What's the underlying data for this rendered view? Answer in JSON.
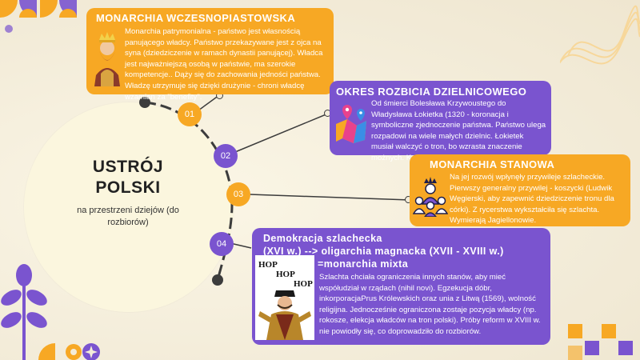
{
  "title": "USTRÓJ POLSKI",
  "subtitle": "na przestrzeni dziejów (do rozbiorów)",
  "sections": [
    {
      "number": "01",
      "heading": "MONARCHIA WCZESNOPIASTOWSKA",
      "body": "Monarchia patrymonialna - państwo jest własnością panującego władcy. Państwo przekazywane jest z ojca na syna (dziedziczenie w ramach dynastii panującej). Władca jest najważniejszą osobą w państwie, ma szerokie kompetencje.. Dąży się do zachowania jedności państwa. Władzę utrzymuje się dzięki drużynie - chroni władcę wzamian za \"benefity\"."
    },
    {
      "number": "02",
      "heading": "OKRES ROZBICIA DZIELNICOWEGO",
      "body": "Od śmierci Bolesława Krzywoustego do Władysława Łokietka (1320 - koronacja i symboliczne zjednoczenie państwa. Państwo ulega rozpadowi na wiele małych dzielnic. Łokietek musiał walczyć o tron, bo wzrasta znaczenie możnych. Kończy się dynastia Piastów."
    },
    {
      "number": "03",
      "heading": "MONARCHIA STANOWA",
      "body": "Na jej rozwój wpłynęły przywileje szlacheckie. Pierwszy generalny przywilej - koszycki (Ludwik Węgierski, aby zapewnić dziedziczenie tronu dla córki). Z rycerstwa wykształciła się szlachta. Wymierają Jagiellonowie."
    },
    {
      "number": "04",
      "heading_line1": "Demokracja szlachecka",
      "heading_line2": "(XVI w.) --> oligarchia magnacka (XVII - XVIII w.)",
      "heading_line3": "=monarchia mixta",
      "body": "Szlachta chciała ograniczenia innych stanów, aby mieć współudział w rządach (nihil novi). Egzekucja dóbr, inkorporacjaPrus Królewskich oraz unia z Litwą (1569), wolność religijna. Jednocześnie ograniczona zostaje pozycja władcy (np. rokosze, elekcja władców na tron polski). Próby reform w XVIII w. nie powiodły się, co doprowadziło do rozbiorów.",
      "image_text": [
        "HOP",
        "HOP",
        "HOP"
      ]
    }
  ],
  "colors": {
    "orange": "#f7a824",
    "purple": "#7a54cf",
    "background": "#f3ecd9",
    "circle": "#fbf6de",
    "line": "#3c3c3c"
  },
  "icons": [
    "king-icon",
    "map-pins-icon",
    "king-subjects-icon",
    "nobleman-image"
  ]
}
